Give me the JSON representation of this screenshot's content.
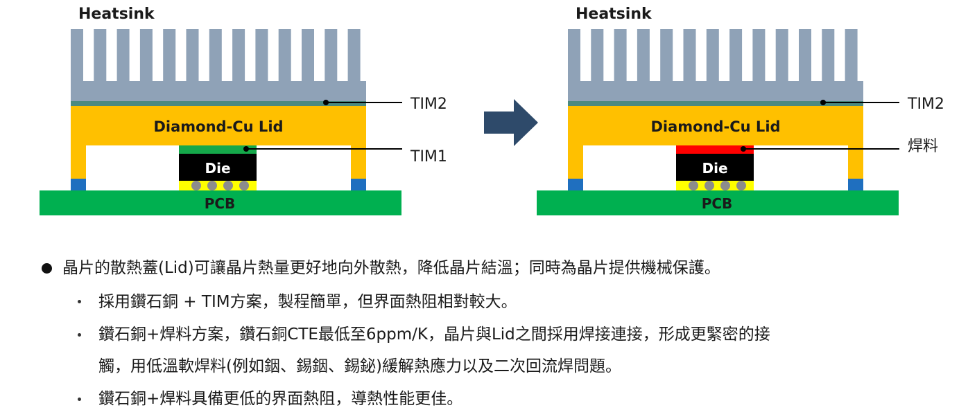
{
  "diagrams": [
    {
      "id": "left",
      "heatsink_label": "Heatsink",
      "lid_label": "Diamond-Cu Lid",
      "die_label": "Die",
      "pcb_label": "PCB",
      "callout_top": "TIM2",
      "callout_bottom": "TIM1"
    },
    {
      "id": "right",
      "heatsink_label": "Heatsink",
      "lid_label": "Diamond-Cu Lid",
      "die_label": "Die",
      "pcb_label": "PCB",
      "callout_top": "TIM2",
      "callout_bottom": "焊料"
    }
  ],
  "colors": {
    "heatsink": "#8fa2b7",
    "tim2": "#4b8a80",
    "lid": "#ffc000",
    "tim1": "#15a84a",
    "solder": "#ff0000",
    "die": "#000000",
    "bumps_bg": "#ffff00",
    "bump": "#8c8c8c",
    "pcb": "#00b050",
    "lid_foot": "#1f6fbf",
    "arrow": "#2e4a6a"
  },
  "bullets": {
    "main": "晶片的散熱蓋(Lid)可讓晶片熱量更好地向外散熱，降低晶片結溫；同時為晶片提供機械保護。",
    "sub1": "採用鑽石銅 + TIM方案，製程簡單，但界面熱阻相對較大。",
    "sub2_line1": "鑽石銅+焊料方案，鑽石銅CTE最低至6ppm/K，晶片與Lid之間採用焊接連接，形成更緊密的接",
    "sub2_line2": "觸，用低溫軟焊料(例如銦、錫銦、錫鉍)緩解熱應力以及二次回流焊問題。",
    "sub3": "鑽石銅+焊料具備更低的界面熱阻，導熱性能更佳。"
  }
}
